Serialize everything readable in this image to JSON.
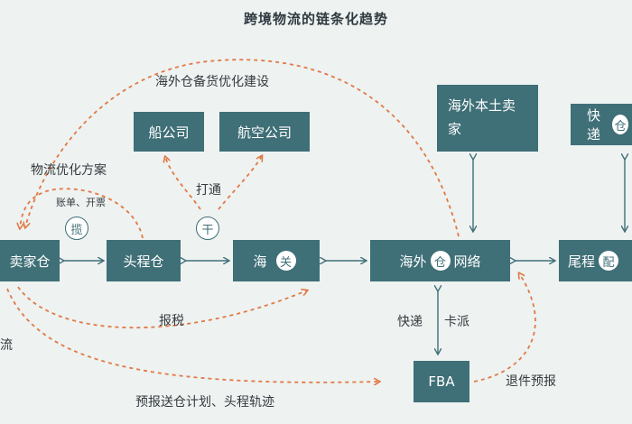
{
  "title": "跨境物流的链条化趋势",
  "nodes": {
    "seller_warehouse": "卖家仓",
    "first_leg": "头程仓",
    "customs_a": "海",
    "customs_b": "关",
    "overseas_a": "海外",
    "overseas_mid": "仓",
    "overseas_b": "网络",
    "last_mile_a": "尾程",
    "last_mile_b": "配",
    "shipping_company": "船公司",
    "airline": "航空公司",
    "local_seller": "海外本土卖家",
    "express": "快递",
    "express_tail": "仓",
    "fba": "FBA"
  },
  "circles": {
    "lan": "揽",
    "gan": "干"
  },
  "labels": {
    "overseas_stock": "海外仓备货优化建设",
    "logistics_plan": "物流优化方案",
    "bills": "账单、开票",
    "connect": "打通",
    "tax": "报税",
    "liu": "流",
    "express_left": "快递",
    "express_right": "卡派",
    "return_notice": "退件预报",
    "plan_track": "预报送仓计划、头程轨迹"
  },
  "colors": {
    "box": "#3f6f77",
    "arrow_dashed": "#e07a45",
    "arrow_solid": "#3f6f77",
    "background": "#eef2f1"
  }
}
